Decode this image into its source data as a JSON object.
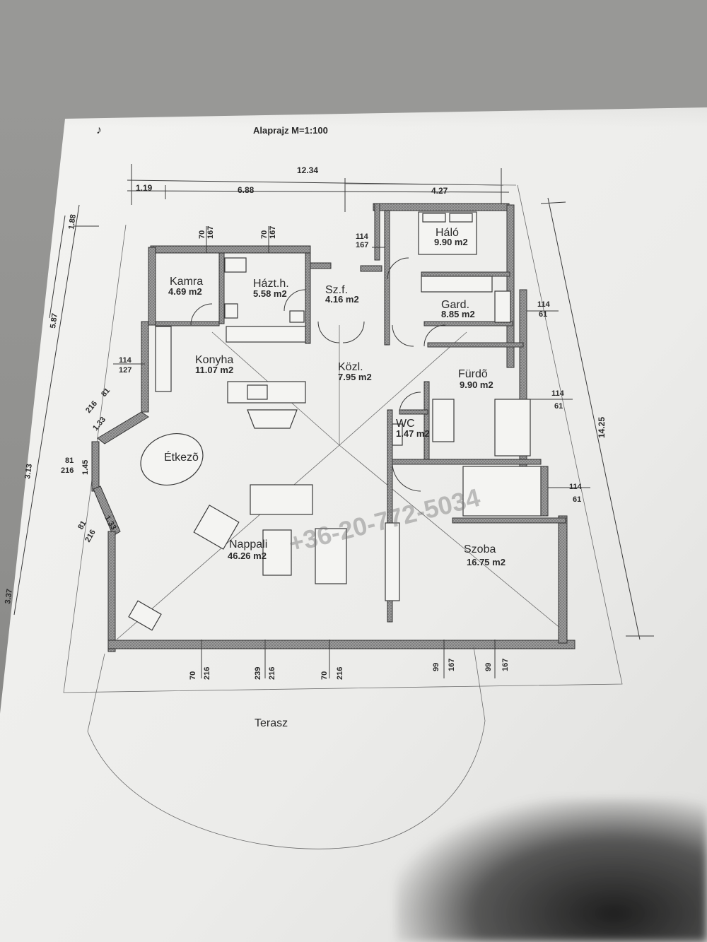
{
  "plan": {
    "title": "Alaprajz  M=1:100",
    "watermark": "+36-20-772-5034",
    "rooms": {
      "kamra": {
        "name": "Kamra",
        "area": "4.69 m2"
      },
      "haztartasi": {
        "name": "Házt.h.",
        "area": "5.58 m2"
      },
      "szelfogo": {
        "name": "Sz.f.",
        "area": "4.16 m2"
      },
      "halo": {
        "name": "Háló",
        "area": "9.90 m2"
      },
      "gardrob": {
        "name": "Gard.",
        "area": "8.85 m2"
      },
      "konyha": {
        "name": "Konyha",
        "area": "11.07 m2"
      },
      "kozlekedo": {
        "name": "Közl.",
        "area": "7.95 m2"
      },
      "furdo": {
        "name": "Fürdõ",
        "area": "9.90 m2"
      },
      "wc": {
        "name": "WC",
        "area": "1.47 m2"
      },
      "etkezo": {
        "name": "Étkezõ"
      },
      "nappali": {
        "name": "Nappali",
        "area": "46.26 m2"
      },
      "szoba": {
        "name": "Szoba",
        "area": "16.75 m2"
      },
      "terasz": {
        "name": "Terasz"
      }
    },
    "dimensions": {
      "top_total": "12.34",
      "top_left": "1.19",
      "top_mid": "6.88",
      "top_right": "4.27",
      "left_a": "1.88",
      "left_b": "5.87",
      "left_c": "3.13",
      "left_d": "3.37",
      "right_total": "14.25",
      "win_kamra_a": "70",
      "win_kamra_b": "167",
      "win_hazt_a": "70",
      "win_hazt_b": "167",
      "win_szf_a": "114",
      "win_szf_b": "167",
      "win_konyha_a": "114",
      "win_konyha_b": "127",
      "bay_1_a": "81",
      "bay_1_b": "216",
      "bay_1_c": "1.33",
      "bay_2_a": "81",
      "bay_2_b": "216",
      "bay_2_c": "1.45",
      "bay_3_a": "81",
      "bay_3_b": "216",
      "bay_3_c": "1.33",
      "win_gard_a": "114",
      "win_gard_b": "61",
      "win_furdo_a": "114",
      "win_furdo_b": "61",
      "win_szoba_a": "114",
      "win_szoba_b": "61",
      "bottom_1a": "70",
      "bottom_1b": "216",
      "bottom_2a": "239",
      "bottom_2b": "216",
      "bottom_3a": "70",
      "bottom_3b": "216",
      "bottom_4a": "99",
      "bottom_4b": "167",
      "bottom_5a": "99",
      "bottom_5b": "167"
    }
  }
}
